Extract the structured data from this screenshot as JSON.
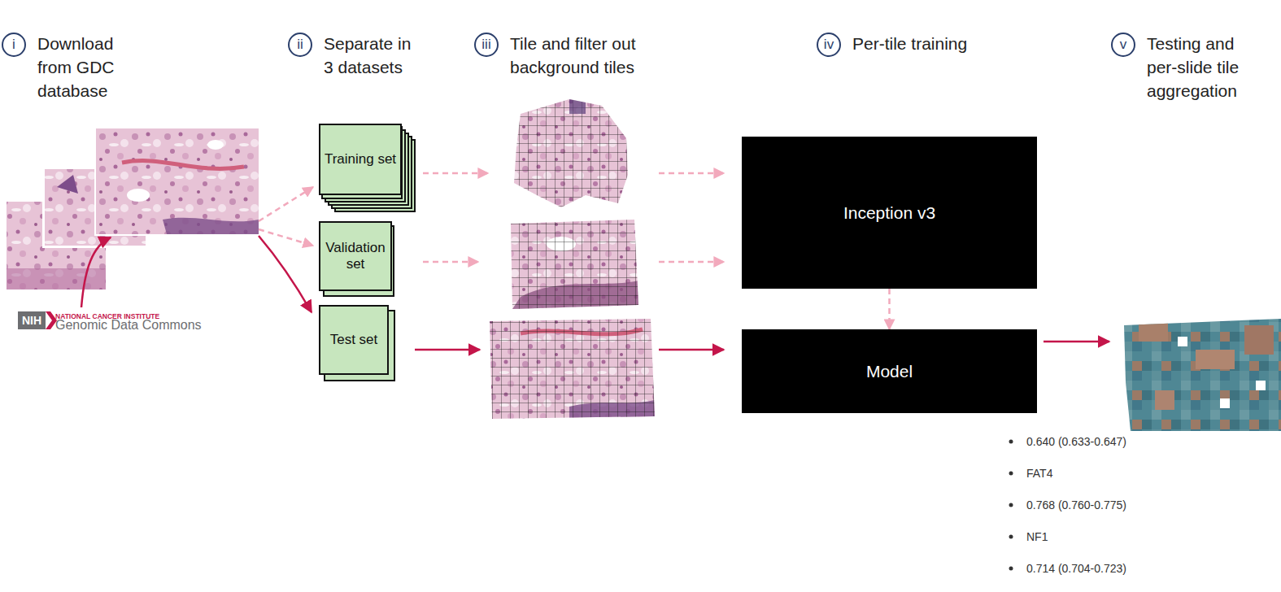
{
  "diagram": {
    "nodes": [
      {
        "text": [
          "i",
          "Download from GDC database"
        ]
      },
      {
        "text": [
          "ii",
          "Separate in 3 datasets"
        ]
      },
      {
        "text": [
          "iii",
          "Tile and filter out background tiles"
        ]
      },
      {
        "text": [
          "iv",
          "Per-tile training"
        ]
      },
      {
        "text": [
          "v",
          "Testing and per-slide tile aggregation"
        ]
      },
      {
        "text": [
          "Training set"
        ]
      },
      {
        "text": [
          "Validation set"
        ]
      },
      {
        "text": [
          "Test set"
        ]
      },
      {
        "text": [
          "Inception v3"
        ]
      },
      {
        "text": [
          "Model"
        ]
      }
    ],
    "edges": [
      {
        "from": 8,
        "to": 9,
        "arrow": "to"
      }
    ],
    "labels": [
      "NIH",
      "NATIONAL CANCER INSTITUTE",
      "Genomic Data Commons",
      "0.640 (0.633-0.647)",
      "FAT4",
      "0.768 (0.760-0.775)",
      "NF1",
      "0.714 (0.704-0.723)"
    ]
  }
}
